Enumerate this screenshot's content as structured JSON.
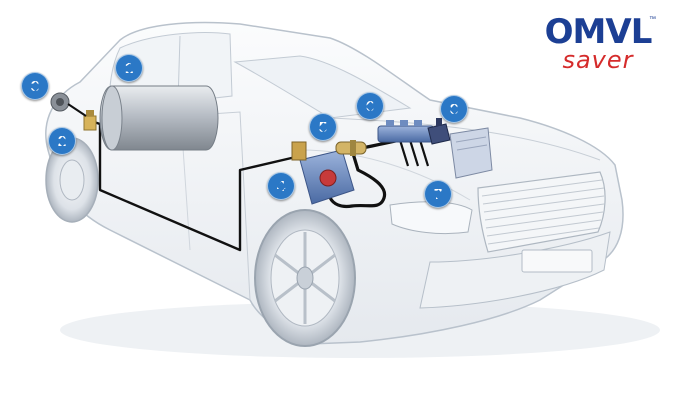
{
  "logo": {
    "brand": "OMVL",
    "sub": "saver",
    "trademark": "™",
    "brand_color": "#1c3f94",
    "sub_color": "#d52b2b"
  },
  "markers": [
    {
      "label": "1",
      "icon": "lpg-tank"
    },
    {
      "label": "2",
      "icon": "tank-valve"
    },
    {
      "label": "3",
      "icon": "filler-valve"
    },
    {
      "label": "4",
      "icon": "pressure-reducer"
    },
    {
      "label": "5",
      "icon": "gas-filter"
    },
    {
      "label": "6",
      "icon": "injector-rail"
    },
    {
      "label": "7",
      "icon": "electronic-control-unit"
    },
    {
      "label": "8",
      "icon": "pressure-sensor"
    }
  ],
  "colors": {
    "marker": "#2b78c6",
    "car_outline": "#b9c2cc",
    "car_fill": "#f3f5f8",
    "pipe": "#111111",
    "component_blue": "#5f7fb5"
  }
}
